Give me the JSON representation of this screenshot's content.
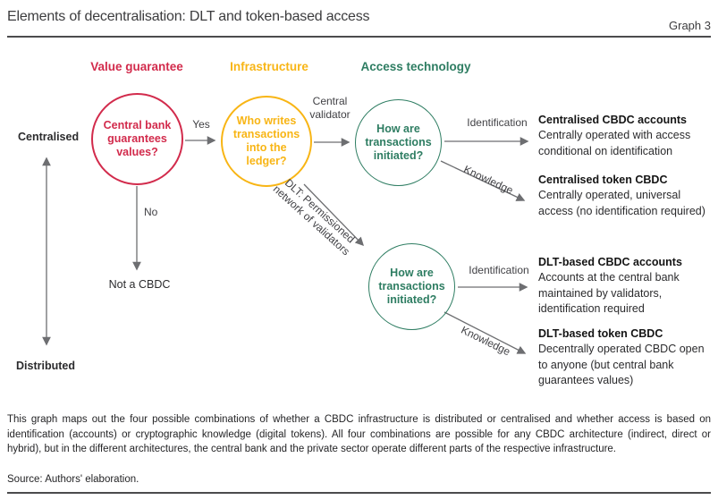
{
  "header": {
    "title": "Elements of decentralisation: DLT and token-based access",
    "graph_label": "Graph 3"
  },
  "colors": {
    "red": "#d22b4c",
    "yellow": "#f8b515",
    "green": "#2e7d62",
    "arrow_gray": "#6d6e71"
  },
  "columns": {
    "value_guarantee": "Value guarantee",
    "infrastructure": "Infrastructure",
    "access_technology": "Access technology"
  },
  "axis": {
    "top": "Centralised",
    "bottom": "Distributed"
  },
  "nodes": {
    "value_question": "Central bank guarantees values?",
    "ledger_question": "Who writes transactions into the ledger?",
    "initiation_question_top": "How are transactions initiated?",
    "initiation_question_bottom": "How are transactions initiated?"
  },
  "edges": {
    "yes": "Yes",
    "no": "No",
    "not_a_cbdc": "Not a CBDC",
    "central_validator": "Central validator",
    "dlt_permissioned": "DLT: Permissioned network of validators",
    "identification_top": "Identification",
    "knowledge_top": "Knowledge",
    "identification_bottom": "Identification",
    "knowledge_bottom": "Knowledge"
  },
  "outcomes": [
    {
      "title": "Centralised CBDC accounts",
      "desc": "Centrally operated with access conditional on identification"
    },
    {
      "title": "Centralised token CBDC",
      "desc": "Centrally operated, universal access (no identification required)"
    },
    {
      "title": "DLT-based CBDC accounts",
      "desc": "Accounts at the central bank maintained by validators, identification required"
    },
    {
      "title": "DLT-based token CBDC",
      "desc": "Decentrally operated CBDC open to anyone (but central bank guarantees values)"
    }
  ],
  "footnote": "This graph maps out the four possible combinations of whether a CBDC infrastructure is distributed or centralised and whether access is based on identification (accounts) or cryptographic knowledge (digital tokens). All four combinations are possible for any CBDC architecture (indirect, direct or hybrid), but in the different architectures, the central bank and the private sector operate different parts of the respective infrastructure.",
  "source": "Source: Authors' elaboration."
}
